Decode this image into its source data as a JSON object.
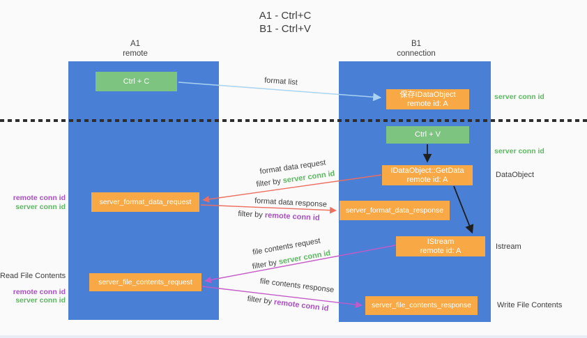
{
  "title": {
    "line1": "A1 - Ctrl+C",
    "line2": "B1 - Ctrl+V"
  },
  "lanes": {
    "left": {
      "name": "A1",
      "role": "remote"
    },
    "right": {
      "name": "B1",
      "role": "connection"
    }
  },
  "nodes": {
    "ctrl_c": {
      "label": "Ctrl + C"
    },
    "ctrl_v": {
      "label": "Ctrl + V"
    },
    "save_idataobject": {
      "line1": "保存IDataObject",
      "line2": "remote id: A"
    },
    "getdata": {
      "line1": "IDataObject::GetData",
      "line2": "remote id: A"
    },
    "istream": {
      "line1": "IStream",
      "line2": "remote id: A"
    },
    "format_request": {
      "label": "server_format_data_request"
    },
    "format_response": {
      "label": "server_format_data_response"
    },
    "file_request": {
      "label": "server_file_contents_request"
    },
    "file_response": {
      "label": "server_file_contents_response"
    }
  },
  "arrow_labels": {
    "format_list": "format list",
    "format_data_request": "format data request",
    "format_data_request_filter_prefix": "filter by ",
    "format_data_request_filter_key": "server conn id",
    "format_data_response": "format data response",
    "format_data_response_filter_prefix": "filter by ",
    "format_data_response_filter_key": "remote conn id",
    "file_contents_request": "file contents request",
    "file_contents_request_filter_prefix": "filter by ",
    "file_contents_request_filter_key": "server conn id",
    "file_contents_response": "file contents response",
    "file_contents_response_filter_prefix": "filter by ",
    "file_contents_response_filter_key": "remote conn id"
  },
  "side_labels": {
    "right_server_conn_id_top": "server conn id",
    "right_server_conn_id_mid": "server conn id",
    "right_dataobject": "DataObject",
    "right_istream": "Istream",
    "right_write_file_contents": "Write File Contents",
    "left_remote_conn_id_top": "remote conn id",
    "left_server_conn_id_top": "server conn id",
    "left_read_file_contents": "Read File Contents",
    "left_remote_conn_id_bottom": "remote conn id",
    "left_server_conn_id_bottom": "server conn id"
  },
  "colors": {
    "lane_blue": "#4a7fd6",
    "node_green": "#7cc47f",
    "node_orange": "#f8a946",
    "server_conn_id_green": "#5cb860",
    "remote_conn_id_purple": "#a94fc0",
    "arrow_light_blue": "#a9d3f0",
    "arrow_salmon": "#ee6e5f",
    "arrow_magenta": "#c45ac8",
    "arrow_black": "#1f1f1f"
  }
}
